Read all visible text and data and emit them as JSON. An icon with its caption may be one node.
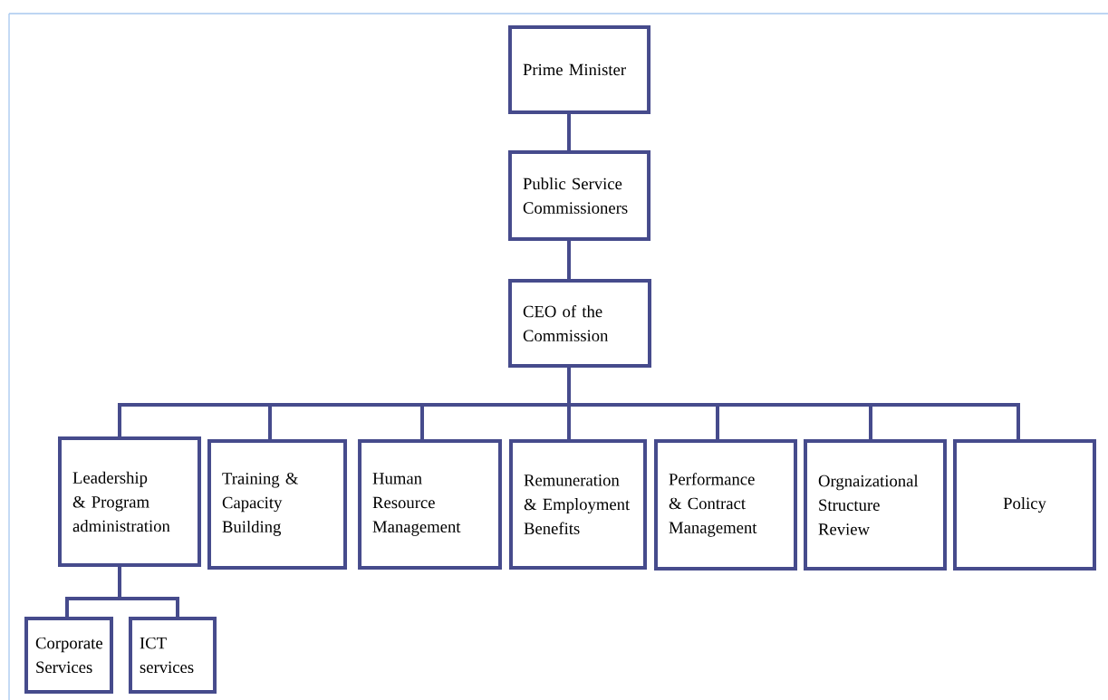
{
  "diagram": {
    "nodes": [
      {
        "text": [
          "Prime Minister"
        ]
      },
      {
        "text": [
          "Public Service Commissioners"
        ]
      },
      {
        "text": [
          "CEO of the Commission"
        ]
      },
      {
        "text": [
          "Leadership & Program administration"
        ]
      },
      {
        "text": [
          "Training & Capacity Building"
        ]
      },
      {
        "text": [
          "Human Resource Management"
        ]
      },
      {
        "text": [
          "Remuneration & Employment Benefits"
        ]
      },
      {
        "text": [
          "Performance & Contract Management"
        ]
      },
      {
        "text": [
          "Orgnaizational Structure Review"
        ]
      },
      {
        "text": [
          "Policy"
        ]
      },
      {
        "text": [
          "Corporate Services"
        ]
      },
      {
        "text": [
          "ICT services"
        ]
      }
    ],
    "edges": [
      {
        "from": 0,
        "to": 1,
        "arrow": "none"
      },
      {
        "from": 1,
        "to": 2,
        "arrow": "none"
      },
      {
        "from": 2,
        "to": 3,
        "arrow": "none"
      },
      {
        "from": 2,
        "to": 4,
        "arrow": "none"
      },
      {
        "from": 2,
        "to": 5,
        "arrow": "none"
      },
      {
        "from": 2,
        "to": 6,
        "arrow": "none"
      },
      {
        "from": 2,
        "to": 7,
        "arrow": "none"
      },
      {
        "from": 2,
        "to": 8,
        "arrow": "none"
      },
      {
        "from": 2,
        "to": 9,
        "arrow": "none"
      },
      {
        "from": 3,
        "to": 10,
        "arrow": "none"
      },
      {
        "from": 3,
        "to": 11,
        "arrow": "none"
      }
    ]
  }
}
